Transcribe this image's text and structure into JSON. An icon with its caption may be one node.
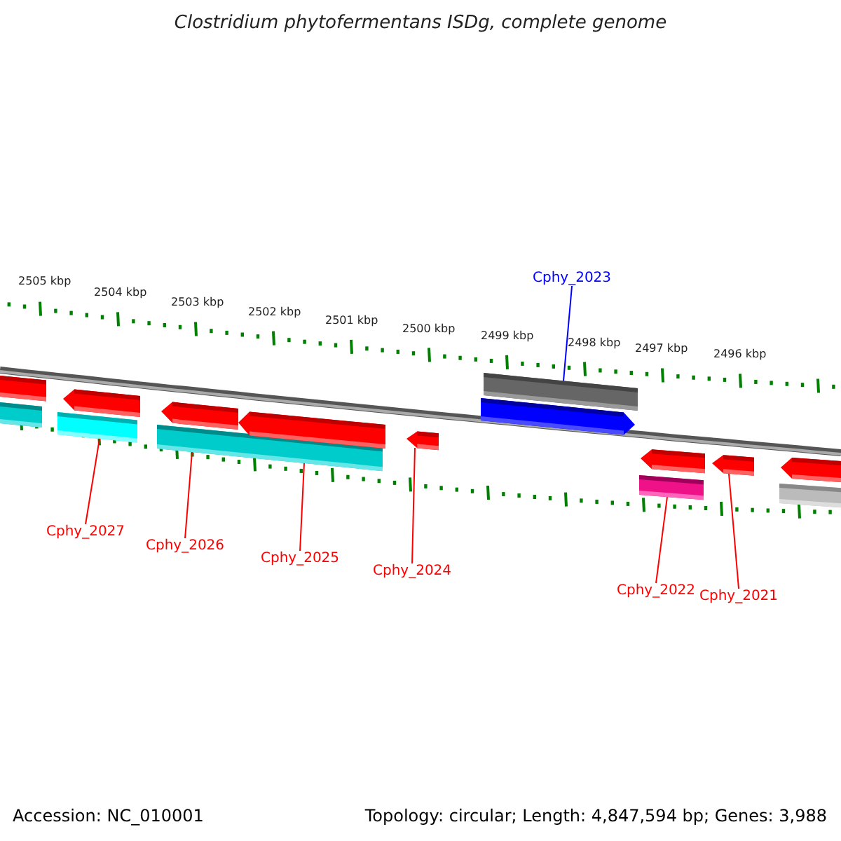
{
  "diagram": {
    "title": "Clostridium phytofermentans ISDg, complete genome",
    "nodes": [
      {
        "text": [
          "Cphy_2023"
        ]
      },
      {
        "text": [
          "Cphy_2027"
        ]
      },
      {
        "text": [
          "Cphy_2026"
        ]
      },
      {
        "text": [
          "Cphy_2025"
        ]
      },
      {
        "text": [
          "Cphy_2024"
        ]
      },
      {
        "text": [
          "Cphy_2022"
        ]
      },
      {
        "text": [
          "Cphy_2021"
        ]
      },
      {
        "text": [],
        "shape": "arrow"
      },
      {
        "text": [],
        "shape": "bar"
      },
      {
        "text": [],
        "shape": "bar"
      },
      {
        "text": [],
        "shape": "arrow"
      },
      {
        "text": [],
        "shape": "bar"
      },
      {
        "text": [],
        "shape": "arrow"
      },
      {
        "text": [],
        "shape": "arrow"
      },
      {
        "text": [],
        "shape": "arrow"
      },
      {
        "text": [],
        "shape": "arrow"
      },
      {
        "text": [],
        "shape": "bar"
      },
      {
        "text": [],
        "shape": "bar"
      },
      {
        "text": [],
        "shape": "arrow"
      },
      {
        "text": [],
        "shape": "arrow"
      },
      {
        "text": [],
        "shape": "bar"
      },
      {
        "text": [],
        "shape": "arrow"
      }
    ],
    "edges": [
      {
        "from": 0,
        "to": 16,
        "arrow": "none",
        "color": "#0000ff"
      },
      {
        "from": 1,
        "to": 9,
        "arrow": "none"
      },
      {
        "from": 2,
        "to": 11,
        "arrow": "none"
      },
      {
        "from": 3,
        "to": 11,
        "arrow": "none"
      },
      {
        "from": 4,
        "to": 14,
        "arrow": "none"
      },
      {
        "from": 5,
        "to": 17,
        "arrow": "none"
      },
      {
        "from": 6,
        "to": 19,
        "arrow": "none"
      }
    ],
    "labels": [
      "2505 kbp",
      "2504 kbp",
      "2503 kbp",
      "2502 kbp",
      "2501 kbp",
      "2500 kbp",
      "2499 kbp",
      "2498 kbp",
      "2497 kbp",
      "2496 kbp",
      "Accession: NC_010001",
      "Topology: circular; Length: 4,847,594 bp; Genes: 3,988"
    ]
  }
}
